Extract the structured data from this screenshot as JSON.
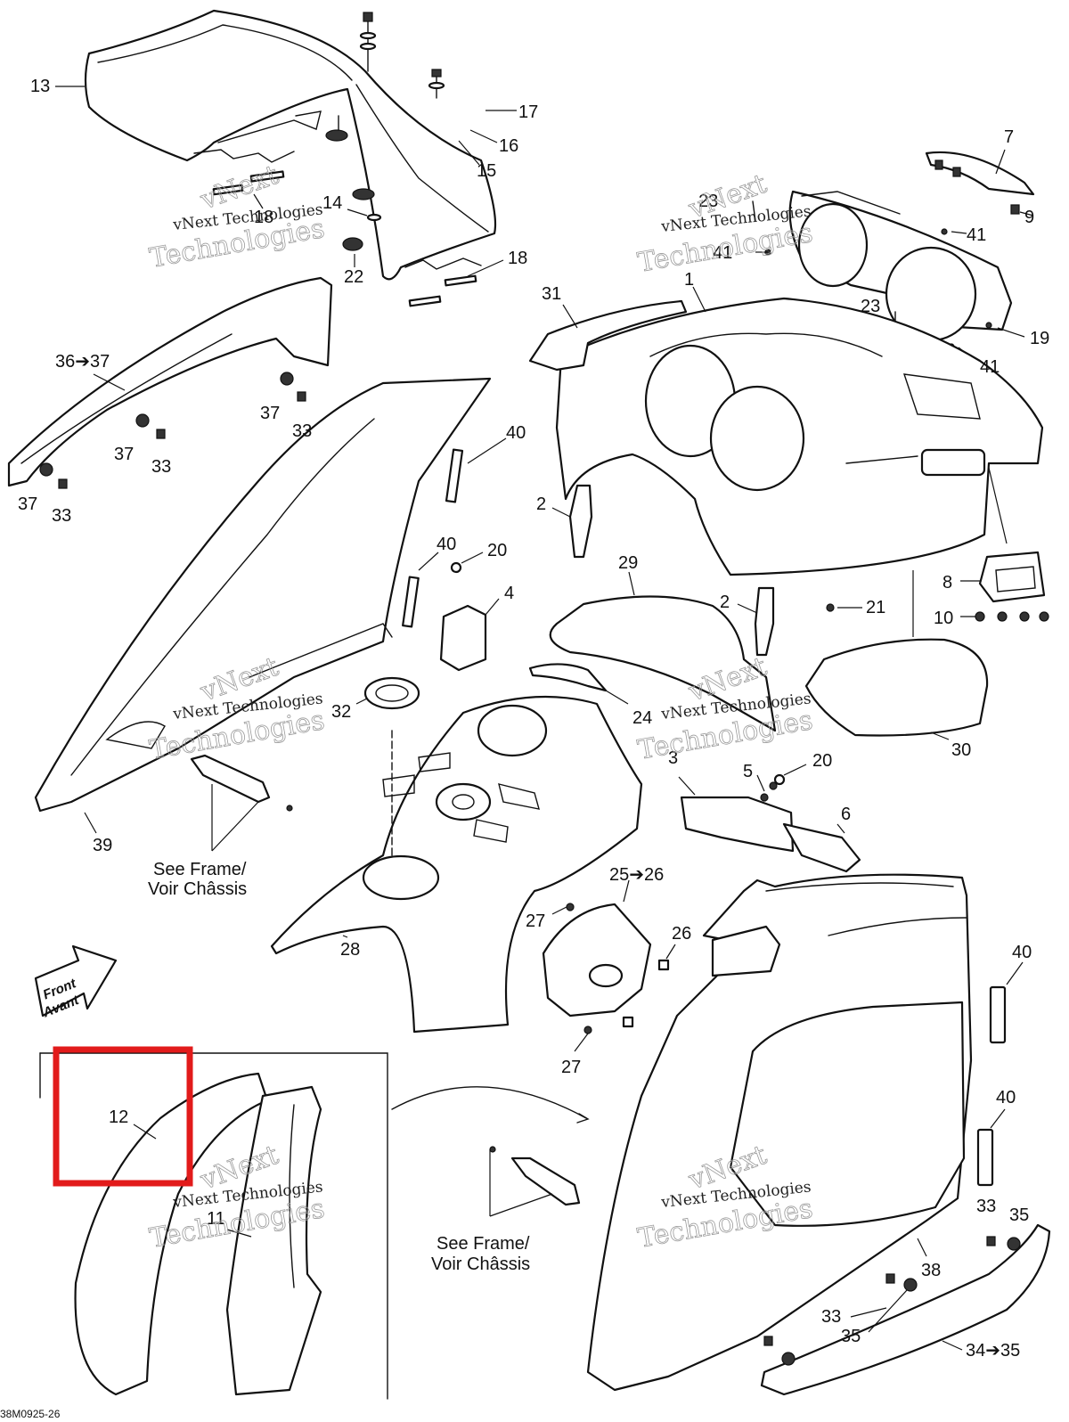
{
  "callouts": [
    {
      "text": "13"
    },
    {
      "text": "17"
    },
    {
      "text": "16"
    },
    {
      "text": "15"
    },
    {
      "text": "18"
    },
    {
      "text": "14"
    },
    {
      "text": "22"
    },
    {
      "text": "18"
    },
    {
      "text": "7"
    },
    {
      "text": "23"
    },
    {
      "text": "9"
    },
    {
      "text": "41"
    },
    {
      "text": "41"
    },
    {
      "text": "1"
    },
    {
      "text": "31"
    },
    {
      "text": "23"
    },
    {
      "text": "19"
    },
    {
      "text": "41"
    },
    {
      "text": "36➔37"
    },
    {
      "text": "37"
    },
    {
      "text": "33"
    },
    {
      "text": "37"
    },
    {
      "text": "33"
    },
    {
      "text": "37"
    },
    {
      "text": "33"
    },
    {
      "text": "40"
    },
    {
      "text": "2"
    },
    {
      "text": "40"
    },
    {
      "text": "20"
    },
    {
      "text": "4"
    },
    {
      "text": "29"
    },
    {
      "text": "2"
    },
    {
      "text": "8"
    },
    {
      "text": "21"
    },
    {
      "text": "10"
    },
    {
      "text": "32"
    },
    {
      "text": "24"
    },
    {
      "text": "30"
    },
    {
      "text": "3"
    },
    {
      "text": "5"
    },
    {
      "text": "20"
    },
    {
      "text": "6"
    },
    {
      "text": "39"
    },
    {
      "text": "28"
    },
    {
      "text": "25➔26"
    },
    {
      "text": "27"
    },
    {
      "text": "26"
    },
    {
      "text": "27"
    },
    {
      "text": "40"
    },
    {
      "text": "40"
    },
    {
      "text": "12"
    },
    {
      "text": "11"
    },
    {
      "text": "33"
    },
    {
      "text": "35"
    },
    {
      "text": "38"
    },
    {
      "text": "33"
    },
    {
      "text": "35"
    },
    {
      "text": "34➔35"
    }
  ],
  "notes": {
    "see_frame_1_line1": "See Frame/",
    "see_frame_1_line2": "Voir Châssis",
    "see_frame_2_line1": "See Frame/",
    "see_frame_2_line2": "Voir Châssis",
    "front_line1": "Front",
    "front_line2": "Avant"
  },
  "watermark": {
    "line1": "vNext",
    "line2": "vNext Technologies",
    "line3": "Technologies"
  },
  "drawing_code": "38M0925-26",
  "highlighted_callout": "12",
  "colors": {
    "line": "#111111",
    "highlight": "#e21b1b",
    "watermark": "#9a9a9a",
    "background": "#ffffff"
  }
}
